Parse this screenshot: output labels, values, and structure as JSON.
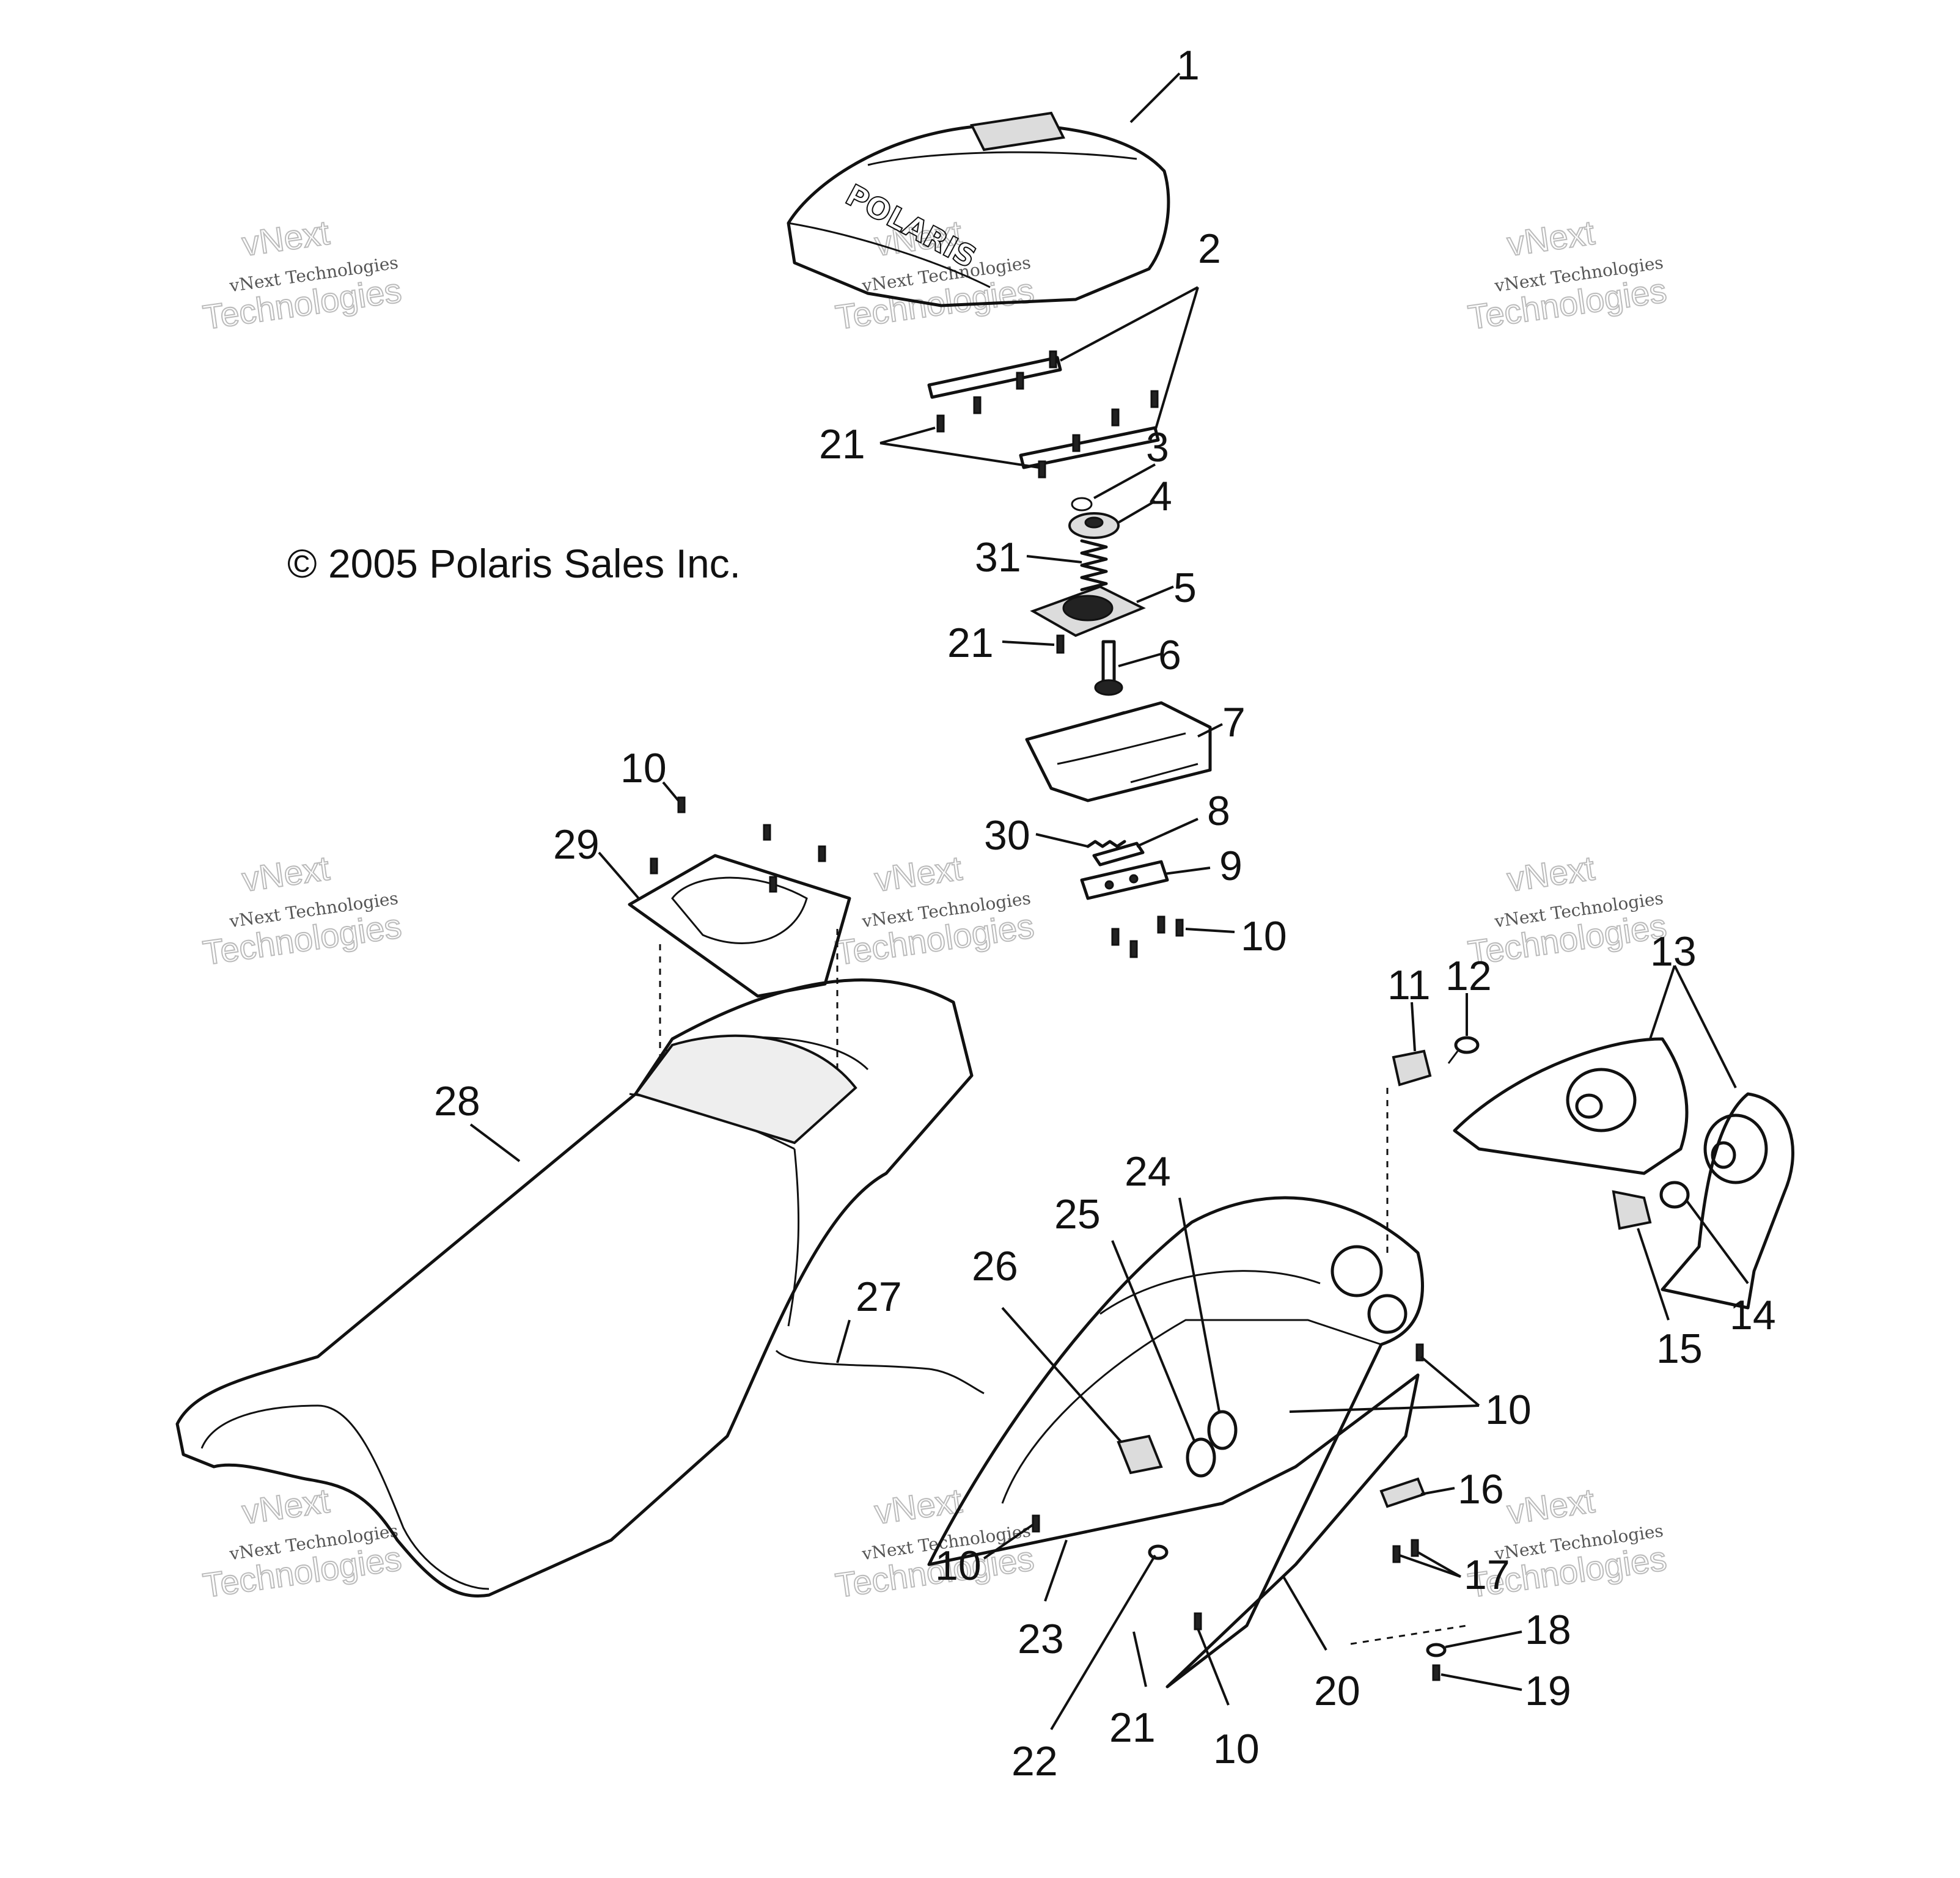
{
  "copyright": "© 2005 Polaris Sales Inc.",
  "watermark": {
    "line1": "vNext",
    "line2": "vNext Technologies",
    "line3": "Technologies"
  },
  "seat_logo_text": "POLARIS",
  "callouts": {
    "c1": "1",
    "c2": "2",
    "c3": "3",
    "c4": "4",
    "c5": "5",
    "c6": "6",
    "c7": "7",
    "c8": "8",
    "c9": "9",
    "c10a": "10",
    "c10b": "10",
    "c10c": "10",
    "c10d": "10",
    "c10e": "10",
    "c11": "11",
    "c12": "12",
    "c13": "13",
    "c14": "14",
    "c15": "15",
    "c16": "16",
    "c17": "17",
    "c18": "18",
    "c19": "19",
    "c20": "20",
    "c21a": "21",
    "c21b": "21",
    "c21c": "21",
    "c22": "22",
    "c23": "23",
    "c24": "24",
    "c25": "25",
    "c26": "26",
    "c27": "27",
    "c28": "28",
    "c29": "29",
    "c30": "30",
    "c31": "31"
  }
}
